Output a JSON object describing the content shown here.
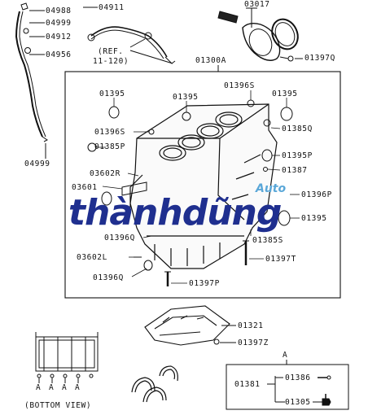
{
  "labels": {
    "p04988": "04988",
    "p04911": "04911",
    "p04999_top": "04999",
    "p04912": "04912",
    "p04956": "04956",
    "ref_line1": "(REF.",
    "ref_line2": "11-120)",
    "p03017": "03017",
    "p01397q": "01397Q",
    "p01300a": "01300A",
    "p04999_bottom": "04999",
    "p01395_a": "01395",
    "p01395_b": "01395",
    "p01396s": "01396S",
    "p01395_c": "01395",
    "p01396s_b": "01396S",
    "p01385q": "01385Q",
    "p01385p": "01385P",
    "p01395p": "01395P",
    "p03602r": "03602R",
    "p01387": "01387",
    "p03601": "03601",
    "p01396p": "01396P",
    "p01395_d": "01395",
    "p01396q_a": "01396Q",
    "p01385s": "01385S",
    "p03602l": "03602L",
    "p01397t": "01397T",
    "p01396q_b": "01396Q",
    "p01397p": "01397P",
    "p01321": "01321",
    "p01397z": "01397Z",
    "inset_marker": "A",
    "p01381": "01381",
    "p01386": "01386",
    "p01305": "01305",
    "bottom_a": [
      "A",
      "A",
      "A",
      "A"
    ],
    "bottom_view": "(BOTTOM VIEW)"
  },
  "watermark": {
    "main": "thànhdũng",
    "small": "Auto",
    "color": "#1f2f8f",
    "accent_color": "#5aa7d8"
  }
}
